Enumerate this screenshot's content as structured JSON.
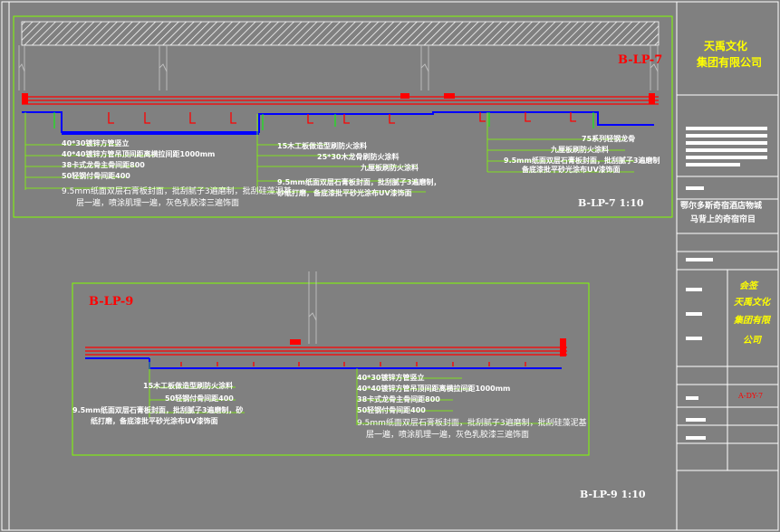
{
  "top": {
    "tag": "B-LP-7",
    "scale_title": "B-LP-7  1:10",
    "callouts_left": [
      "40*30镀锌方管竖立",
      "40*40镀锌方管吊顶间距离横拉间距1000mm",
      "38卡式龙骨主骨间距800",
      "50轻钢付骨间距400",
      "9.5mm纸面双层石膏板封面，批刮腻子3遍磨制，批刮硅藻泥基",
      "层一遍，喷涂肌理一遍，灰色乳胶漆三遍饰面"
    ],
    "callouts_mid": [
      "15木工板做造型刷防火涂料",
      "25*30木龙骨刷防火涂料",
      "九厘板刷防火涂料",
      "9.5mm纸面双层石膏板封面，批刮腻子3遍磨制，",
      "砂纸打磨，备底漆批平砂光涂布UV漆饰面"
    ],
    "callouts_right": [
      "75系列轻钢龙骨",
      "九厘板刷防火涂料",
      "9.5mm纸面双层石膏板封面，批刮腻子3遍磨制",
      "备底漆批平砂光涂布UV漆饰面"
    ]
  },
  "bottom": {
    "tag": "B-LP-9",
    "scale_title": "B-LP-9  1:10",
    "callouts": [
      "15木工板做造型刷防火涂料",
      "50轻钢付骨间距400",
      "9.5mm纸面双层石膏板封面，批刮腻子3遍磨制，砂",
      "纸打磨，备底漆批平砂光涂布UV漆饰面",
      "40*30镀锌方管竖立",
      "40*40镀锌方管吊顶间距离横拉间距1000mm",
      "38卡式龙骨主骨间距800",
      "50轻钢付骨间距400",
      "9.5mm纸面双层石膏板封面，批刮腻子3遍磨制，批刮硅藻泥基",
      "层一遍，喷涂肌理一遍，灰色乳胶漆三遍饰面"
    ]
  },
  "title_block": {
    "company_line1": "天禹文化",
    "company_line2": "集团有限公司",
    "project_line1": "鄂尔多斯奇宿酒店物城",
    "project_line2": "马背上的奇宿帘目",
    "stamp_lines": [
      "会签",
      "天禹文化",
      "集团有限",
      "公司"
    ],
    "drawing_number": "A-DY-7"
  },
  "colors": {
    "background": "#808080",
    "frame": "#ffffff",
    "inner_frame": "#7fff00",
    "slab_hatch": "#ffffff",
    "red_line": "#ff0000",
    "blue_line": "#0000ff",
    "text_light": "#ffffff",
    "tag_text": "#ff0000",
    "company_text": "#ffff00",
    "stamp_text": "#ffff00",
    "leader": "#00ff00",
    "column": "#c0c0c0"
  }
}
